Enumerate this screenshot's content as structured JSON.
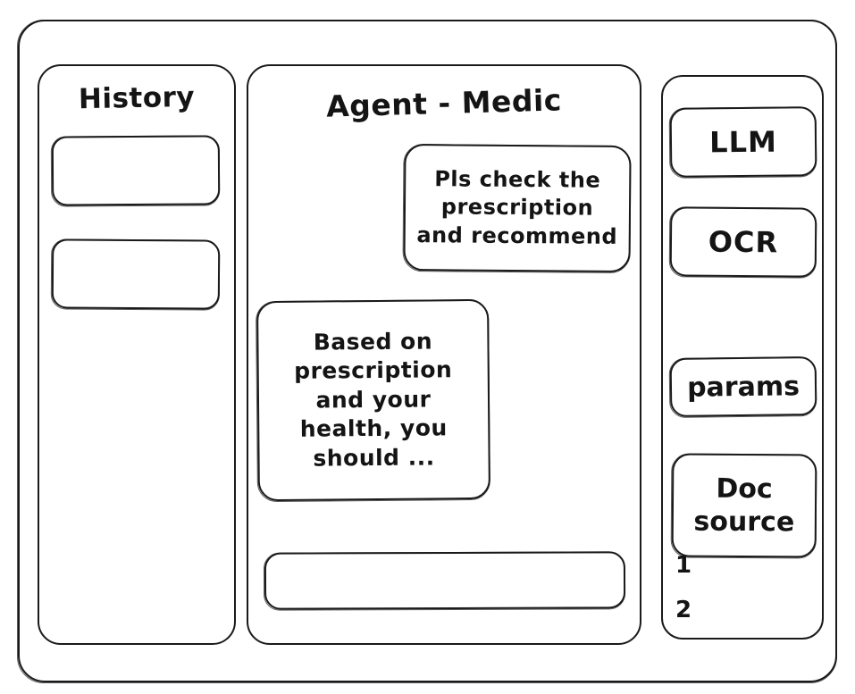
{
  "window": {
    "name": "agent-app-window"
  },
  "history": {
    "title": "History",
    "items": [
      {
        "label": ""
      },
      {
        "label": ""
      }
    ]
  },
  "chat": {
    "title": "Agent - Medic",
    "messages": [
      {
        "role": "user",
        "text": "Pls check the\nprescription\nand recommend"
      },
      {
        "role": "assistant",
        "text": "Based on\nprescription\nand your\nhealth, you\nshould ..."
      }
    ],
    "composer": {
      "value": "",
      "placeholder": ""
    }
  },
  "tools": {
    "buttons": [
      {
        "label": "LLM"
      },
      {
        "label": "OCR"
      },
      {
        "label": "params"
      }
    ],
    "doc_source": {
      "label": "Doc\nsource",
      "entries": [
        "1",
        "2"
      ]
    }
  },
  "colors": {
    "stroke": "#1a1a1a",
    "background": "#ffffff",
    "text": "#141414"
  }
}
